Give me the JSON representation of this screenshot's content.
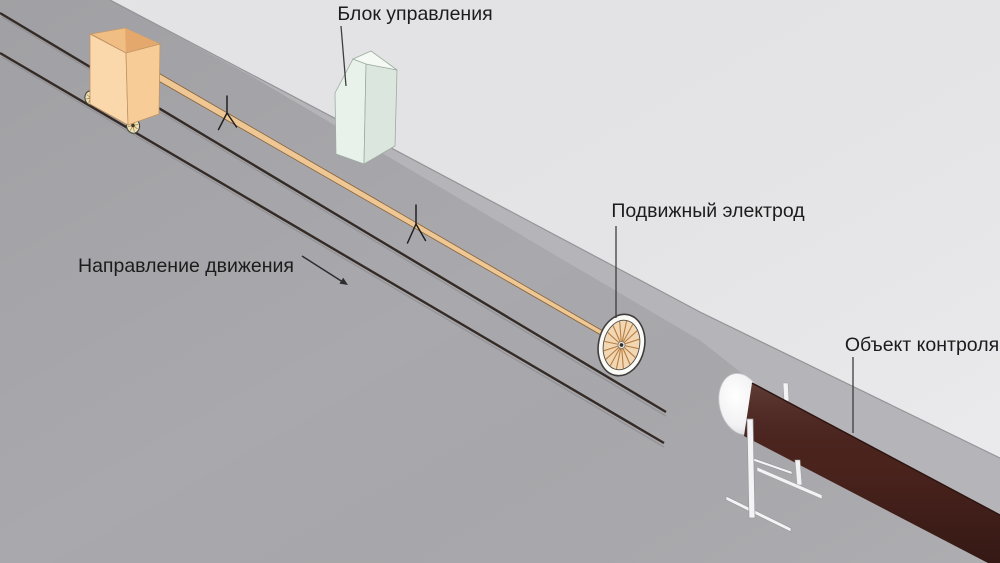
{
  "diagram": {
    "labels": {
      "control_unit": "Блок управления",
      "moving_electrode": "Подвижный электрод",
      "inspection_object": "Объект контроля",
      "direction": "Направление движения"
    },
    "colors": {
      "wall": "#ebebed",
      "ground": "#a9a9ad",
      "curb": "#b5b5b9",
      "rail": "#342a26",
      "rod": "#eec795",
      "cart_front": "#fbd8ac",
      "cart_side": "#f8cc97",
      "cart_inner": "#f0bd83",
      "unit_front": "#e9f2ea",
      "unit_side": "#dbe7de",
      "unit_top": "#f4f9f4",
      "pipe": "#4b231d",
      "wheel_spokes": "#b97e41",
      "wheel_disc": "#f1d7b4"
    }
  }
}
